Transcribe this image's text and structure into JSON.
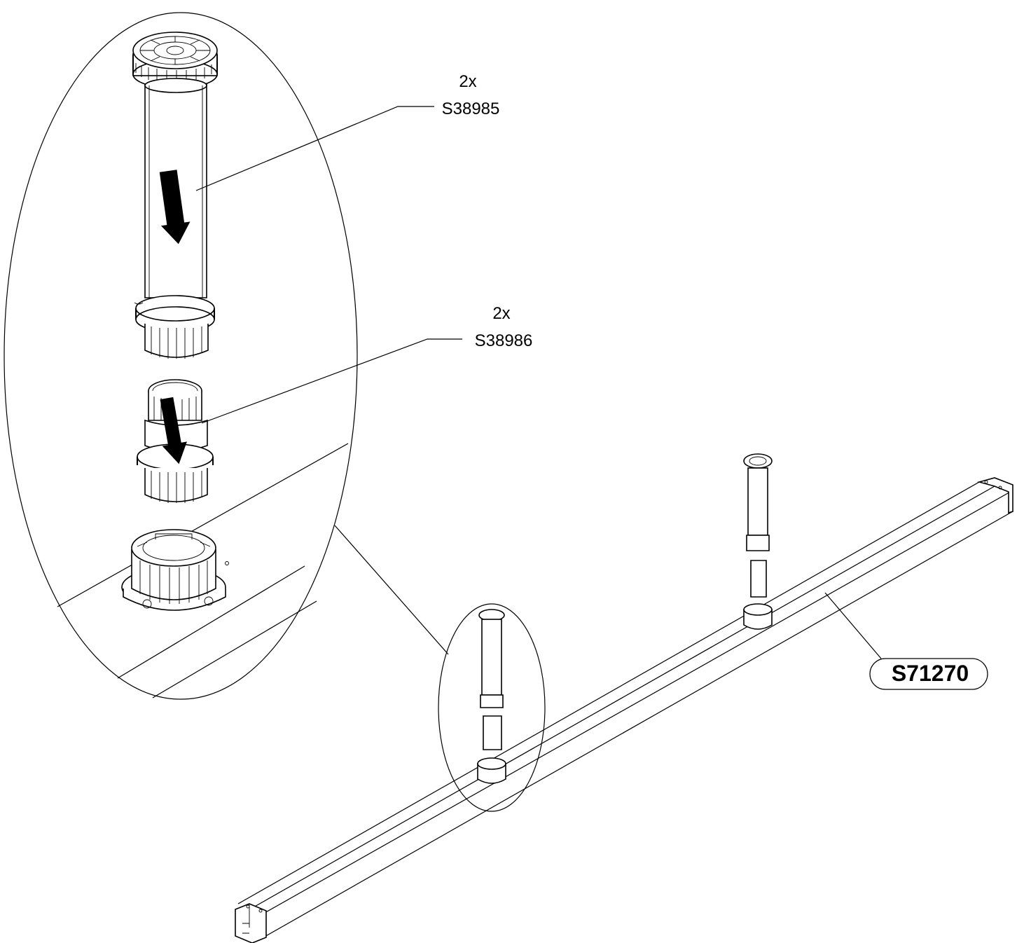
{
  "callouts": [
    {
      "qty": "2x",
      "part": "S38985"
    },
    {
      "qty": "2x",
      "part": "S38986"
    }
  ],
  "main_part": {
    "label": "S71270"
  },
  "colors": {
    "line": "#000000",
    "background": "#ffffff"
  },
  "icons": [
    "arrow-down-icon",
    "arrow-down-icon"
  ]
}
